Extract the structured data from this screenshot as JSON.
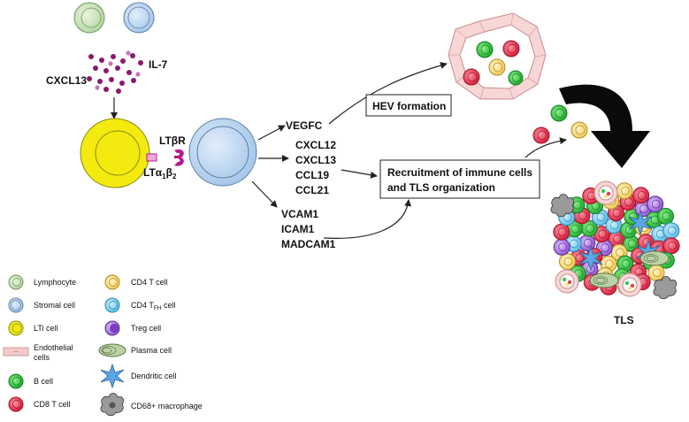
{
  "labels": {
    "cxcl13_top": "CXCL13",
    "il7": "IL-7",
    "ltbr": "LTβR",
    "ltab": "LTα",
    "ltab_sub1": "1",
    "ltab_b": "β",
    "ltab_sub2": "2",
    "vegfc": "VEGFC",
    "chemokines": [
      "CXCL12",
      "CXCL13",
      "CCL19",
      "CCL21"
    ],
    "adhesion": [
      "VCAM1",
      "ICAM1",
      "MADCAM1"
    ],
    "hev_box": "HEV formation",
    "recruit_line1": "Recruitment of immune cells",
    "recruit_line2": "and TLS organization",
    "tls": "TLS"
  },
  "legend": {
    "lymphocyte": "Lymphocyte",
    "stromal": "Stromal cell",
    "lti": "LTi cell",
    "endothelial_1": "Endothelial",
    "endothelial_2": "cells",
    "bcell": "B cell",
    "cd8": "CD8 T cell",
    "cd4": "CD4 T cell",
    "cd4tfh": "CD4 T",
    "cd4tfh_sub": "FH",
    "cd4tfh_tail": " cell",
    "treg": "Treg cell",
    "plasma": "Plasma cell",
    "dendritic": "Dendritic cell",
    "macrophage": "CD68+ macrophage"
  },
  "colors": {
    "lymphocyte": "#cfe6c0",
    "stromal": "#c6dcf2",
    "lti": "#f5ea10",
    "endothelial": "#f4c9c9",
    "bcell": "#33cc44",
    "cd8": "#e83a55",
    "cd4": "#fbe08a",
    "tfh": "#8fd4f2",
    "treg": "#b07ae0",
    "plasma": "#bcd3a6",
    "dendritic": "#5aa9e6",
    "macrophage": "#9a9a9a",
    "cytokine_dot": "#8a1a6a",
    "ltbr_receptor": "#b5178f"
  }
}
